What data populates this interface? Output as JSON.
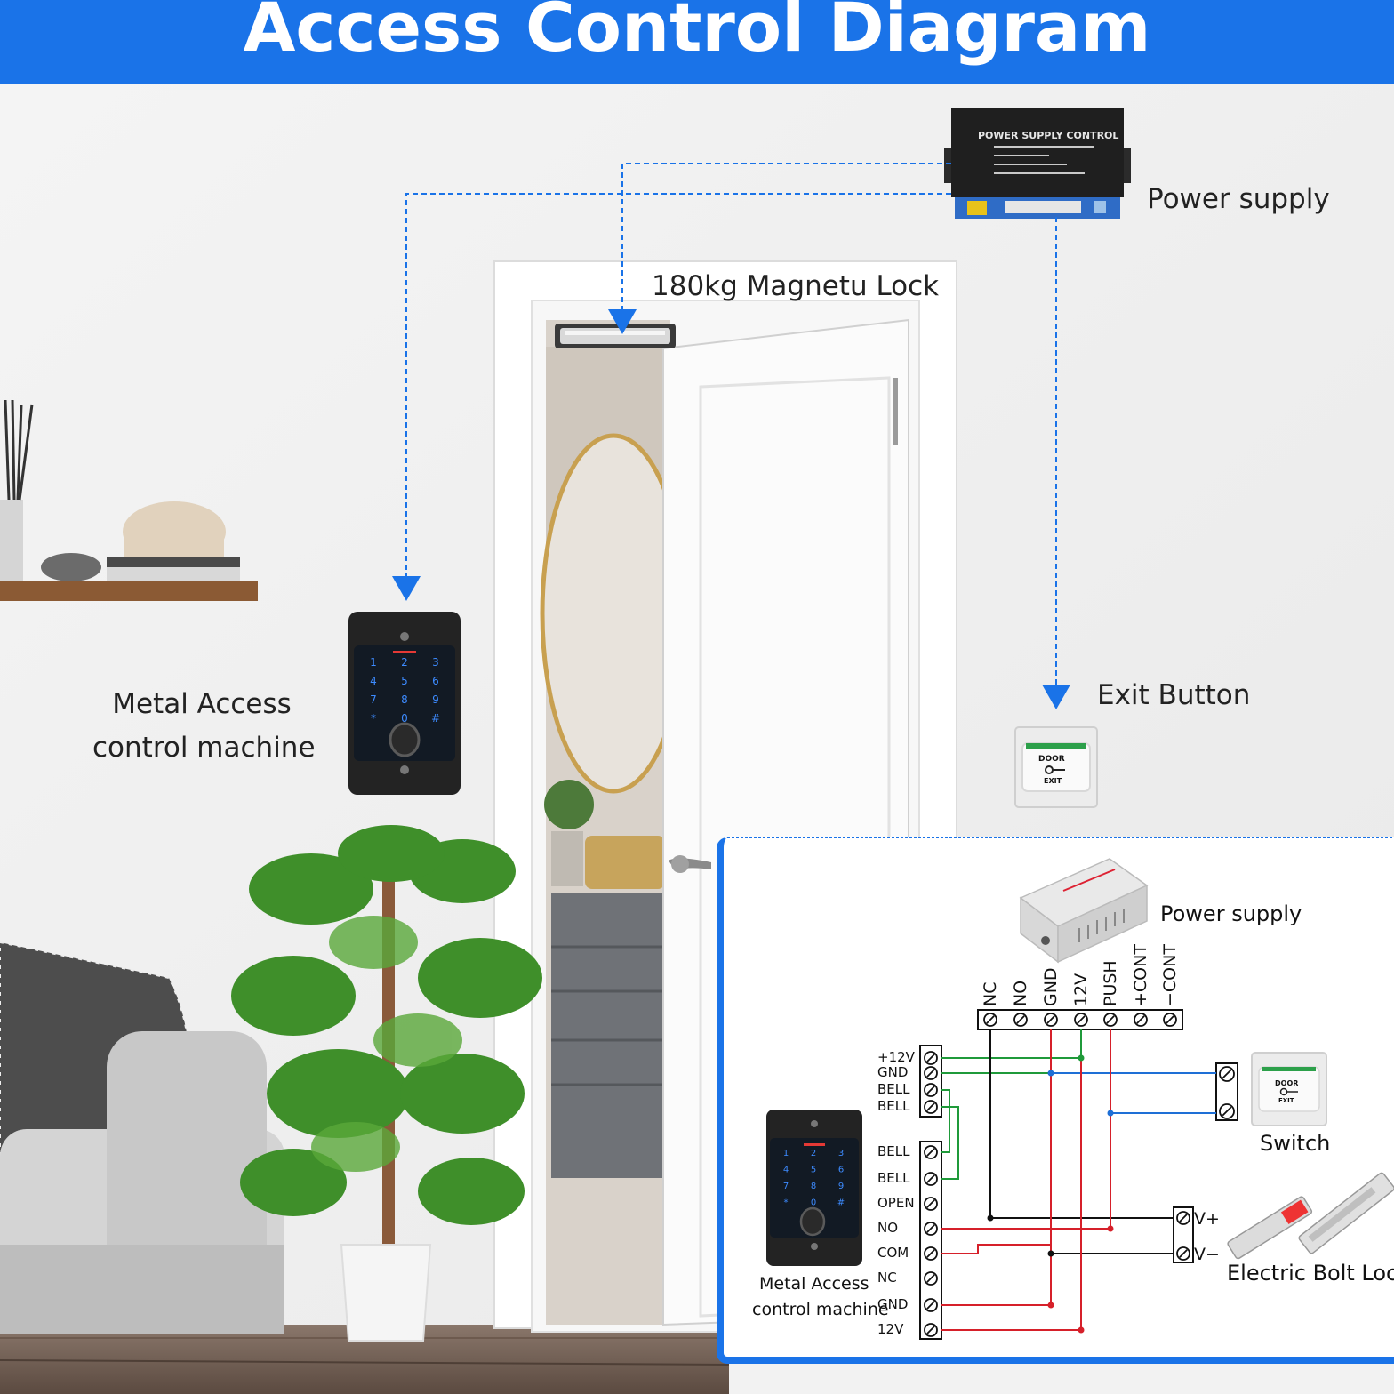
{
  "title": "Access Control Diagram",
  "scene": {
    "power_supply_label": "Power supply",
    "magnetic_lock_label": "180kg Magnetu Lock",
    "exit_button_label": "Exit Button",
    "access_machine_label_line1": "Metal Access",
    "access_machine_label_line2": "control machine",
    "psu_device_text": "POWER SUPPLY CONTROL",
    "exit_plate_top": "DOOR",
    "exit_plate_bottom": "EXIT"
  },
  "keypad": {
    "keys": [
      "1",
      "2",
      "3",
      "4",
      "5",
      "6",
      "7",
      "8",
      "9",
      "*",
      "0",
      "#"
    ]
  },
  "wiring": {
    "power_supply_label": "Power supply",
    "psu_terminals": [
      "NC",
      "NO",
      "GND",
      "12V",
      "PUSH",
      "+CONT",
      "−CONT"
    ],
    "machine_terminals_top": [
      "+12V",
      "GND",
      "BELL",
      "BELL"
    ],
    "machine_terminals_bottom": [
      "BELL",
      "BELL",
      "OPEN",
      "NO",
      "COM",
      "NC",
      "GND",
      "12V"
    ],
    "switch_label": "Switch",
    "lock_terminals": [
      "V+",
      "V−"
    ],
    "lock_label": "Electric Bolt Lock",
    "machine_label_line1": "Metal Access",
    "machine_label_line2": "control machine",
    "switch_plate_top": "DOOR",
    "switch_plate_bottom": "EXIT"
  },
  "colors": {
    "accent": "#1a73e8",
    "wire_red": "#d6202a",
    "wire_green": "#1f9a3a",
    "wire_blue": "#1e6fd6",
    "wire_black": "#111111"
  }
}
